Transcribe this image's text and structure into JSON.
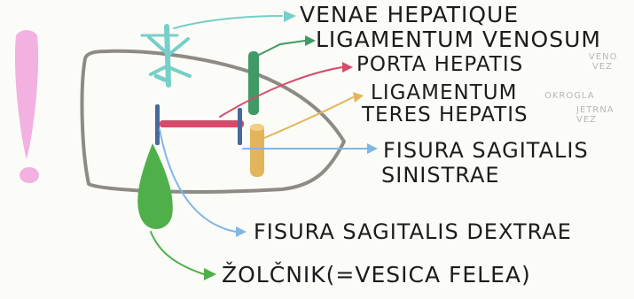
{
  "labels": {
    "venae": "VENAE HEPATIQUE",
    "ligamentum_venosum": "LIGAMENTUM VENOSUM",
    "porta": "PORTA HEPATIS",
    "teres_1": "LIGAMENTUM",
    "teres_2": "TERES HEPATIS",
    "fis_sin_1": "FISURA SAGITALIS",
    "fis_sin_2": "SINISTRAE",
    "fis_dex": "FISURA SAGITALIS DEXTRAE",
    "gallbladder": "ŽOLČNIK(=VESICA FELEA)"
  },
  "notes": {
    "porta_1": "VENO",
    "porta_2": "VEZ",
    "teres_1": "OKROGLA",
    "teres_2": "JETRNA",
    "teres_3": "VEZ"
  },
  "colors": {
    "outline": "#8e8a84",
    "venae": "#76cfc8",
    "ligamentum": "#3f9a66",
    "porta": "#d84a6a",
    "teres": "#e2b55a",
    "fissure": "#7fb6e6",
    "fissure_dark": "#466a9c",
    "gallbladder": "#4fb04a",
    "exclaim": "#f1a9de",
    "text": "#1c1c1c",
    "note": "#b7b7b7"
  }
}
